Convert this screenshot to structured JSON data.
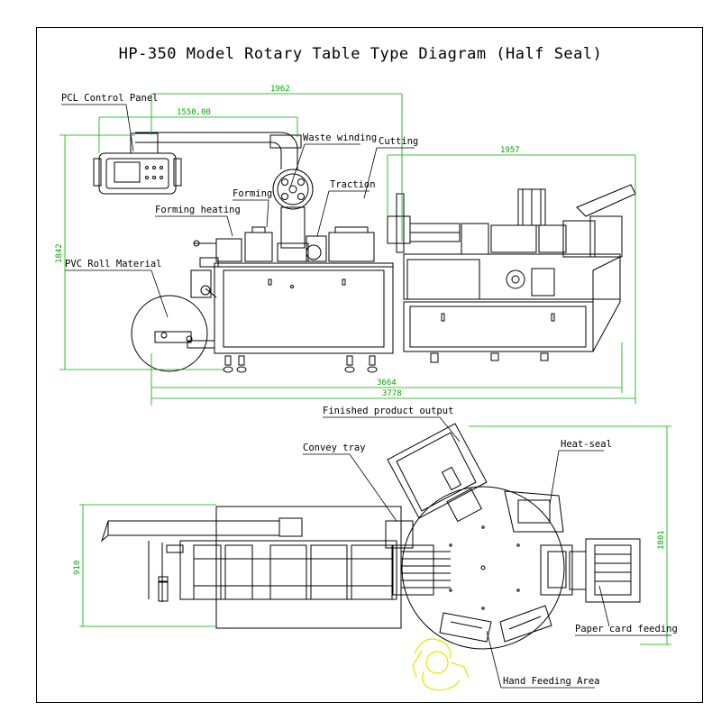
{
  "title": "HP-350 Model Rotary Table Type Diagram (Half Seal)",
  "labels": {
    "pcl_control_panel": "PCL Control Panel",
    "waste_winding": "Waste winding",
    "cutting": "Cutting",
    "forming": "Forming",
    "traction": "Traction",
    "forming_heating": "Forming heating",
    "pvc_roll_material": "PVC Roll Material",
    "finished_product_output": "Finished product output",
    "convey_tray": "Convey tray",
    "heat_seal": "Heat-seal",
    "paper_card_feeding": "Paper card feeding",
    "hand_feeding_area": "Hand Feeding Area"
  },
  "dimensions": {
    "d1962": "1962",
    "d1550": "1550,00",
    "d1957": "1957",
    "d1842": "1842",
    "d3664": "3664",
    "d3778": "3778",
    "d910": "910",
    "d1801": "1801"
  },
  "colors": {
    "line": "#000000",
    "dimension": "#00aa00",
    "operator": "#e6e600"
  }
}
